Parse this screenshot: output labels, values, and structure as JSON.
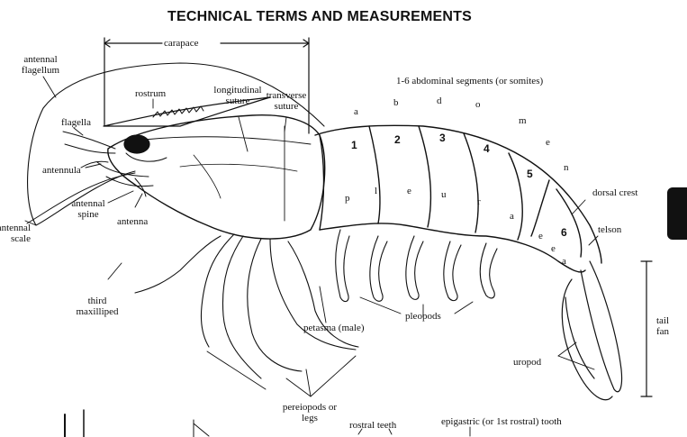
{
  "title": "TECHNICAL TERMS AND MEASUREMENTS",
  "labels": {
    "carapace": "carapace",
    "antennal_flagellum": [
      "antennal",
      "flagellum"
    ],
    "rostrum": "rostrum",
    "longitudinal_suture": [
      "longitudinal",
      "suture"
    ],
    "transverse_suture": [
      "transverse",
      "suture"
    ],
    "abdominal_segments": "1-6 abdominal segments (or somites)",
    "flagella": "flagella",
    "antennula": "antennula",
    "antennal_spine": [
      "antennal",
      "spine"
    ],
    "antennal_scale": [
      "antennal",
      "scale"
    ],
    "antenna": "antenna",
    "third_maxilliped": [
      "third",
      "maxilliped"
    ],
    "petasma": "petasma (male)",
    "pleopods": "pleopods",
    "pereiopods": [
      "pereiopods or",
      "legs"
    ],
    "dorsal_crest": "dorsal crest",
    "telson": "telson",
    "tail_fan": [
      "tail",
      "fan"
    ],
    "uropod": "uropod",
    "rostral_teeth": "rostral teeth",
    "epigastric": "epigastric (or 1st rostral) tooth"
  },
  "segment_numbers": [
    "1",
    "2",
    "3",
    "4",
    "5",
    "6"
  ],
  "abdomen_letters": [
    "a",
    "b",
    "d",
    "o",
    "m",
    "e",
    "n"
  ],
  "pleuron_letters": [
    "p",
    "l",
    "e",
    "u",
    "r",
    "a"
  ],
  "uropod_letters": [
    "e",
    "e",
    "a"
  ]
}
